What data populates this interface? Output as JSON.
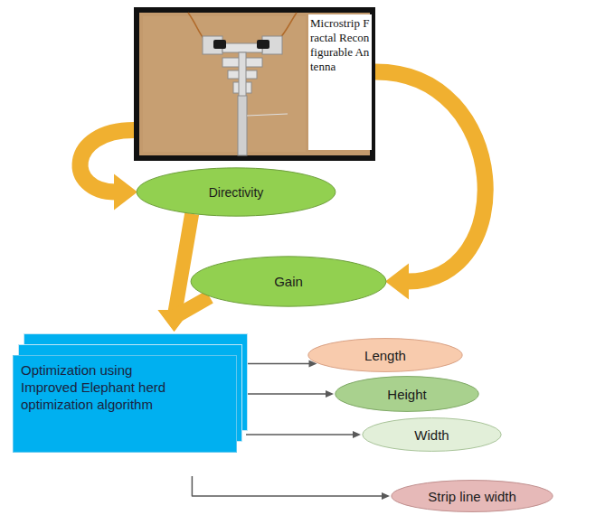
{
  "diagram": {
    "nodes": [
      {
        "text": [
          "Microstrip Fractal Reconfigurable Antenna"
        ]
      },
      {
        "text": [
          "Directivity"
        ]
      },
      {
        "text": [
          "Gain"
        ]
      },
      {
        "text": [
          "Optimization using Improved Elephant herd optimization algorithm"
        ]
      },
      {
        "text": [
          "Length"
        ]
      },
      {
        "text": [
          "Height"
        ]
      },
      {
        "text": [
          "Width"
        ]
      },
      {
        "text": [
          "Strip line width"
        ]
      }
    ],
    "edges": [
      {
        "from": 0,
        "to": 1,
        "arrow": "to"
      },
      {
        "from": 0,
        "to": 2,
        "arrow": "to"
      },
      {
        "from": 1,
        "to": 3,
        "arrow": "to"
      },
      {
        "from": 2,
        "to": 3,
        "arrow": "to"
      },
      {
        "from": 3,
        "to": 4,
        "arrow": "to"
      },
      {
        "from": 3,
        "to": 5,
        "arrow": "to"
      },
      {
        "from": 3,
        "to": 6,
        "arrow": "to"
      },
      {
        "from": 3,
        "to": 7,
        "arrow": "to"
      }
    ]
  }
}
